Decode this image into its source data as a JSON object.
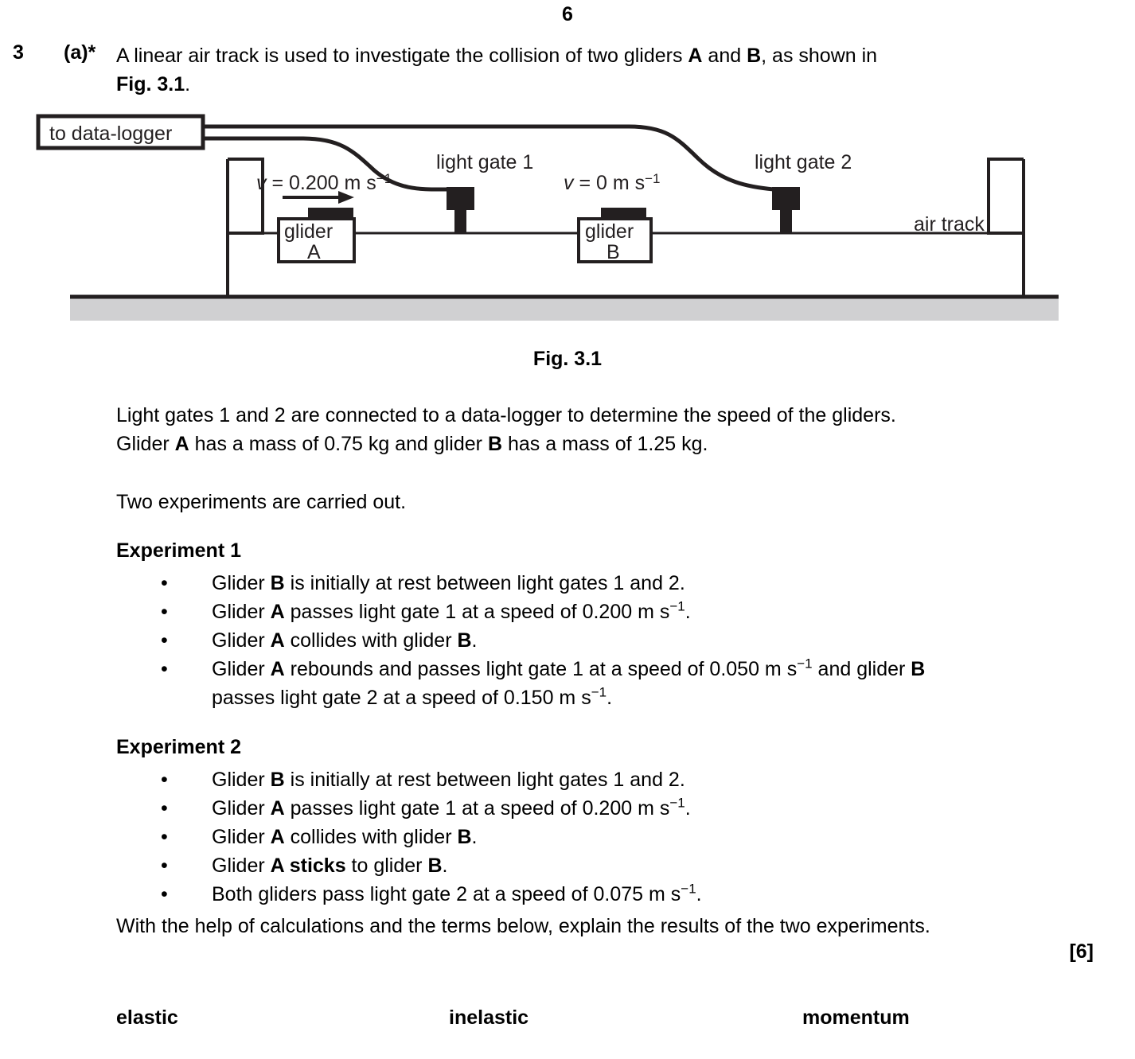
{
  "page": {
    "number": "6"
  },
  "question": {
    "number": "3",
    "part": "(a)*",
    "stem_line1": "A linear air track is used to investigate the collision of two gliders ",
    "stem_glider_a": "A",
    "stem_mid": " and ",
    "stem_glider_b": "B",
    "stem_end": ", as shown in",
    "stem_line2_fig": "Fig. 3.1",
    "stem_line2_end": "."
  },
  "figure": {
    "caption": "Fig. 3.1",
    "data_logger_label": "to data-logger",
    "velocity_a_label": "v = 0.200 m s",
    "velocity_a_exponent": "−1",
    "velocity_b_label": "v = 0 m s",
    "velocity_b_exponent": "−1",
    "light_gate_1_label": "light gate 1",
    "light_gate_2_label": "light gate 2",
    "glider_a_line1": "glider",
    "glider_a_line2": "A",
    "glider_b_line1": "glider",
    "glider_b_line2": "B",
    "air_track_label": "air track",
    "colors": {
      "ink": "#231f20",
      "ground": "#d0d0d2",
      "paper": "#ffffff"
    }
  },
  "body": {
    "intro_line1": "Light gates 1 and 2 are connected to a data-logger to determine the speed of the gliders.",
    "intro_line2_a": "Glider ",
    "intro_glider_a": "A",
    "intro_line2_b": " has a mass of 0.75 kg and glider ",
    "intro_glider_b": "B",
    "intro_line2_c": " has a mass of 1.25 kg.",
    "two_experiments": "Two experiments are carried out.",
    "final_instruction": "With the help of calculations and the terms below, explain the results of the two experiments.",
    "marks": "[6]"
  },
  "experiment_1": {
    "heading": "Experiment 1",
    "bullet_marker": "•",
    "bullets": [
      {
        "pre": "Glider ",
        "bold1": "B",
        "mid": " is initially at rest between light gates 1 and 2.",
        "bold2": "",
        "post": ""
      },
      {
        "pre": "Glider ",
        "bold1": "A",
        "mid": " passes light gate 1 at a speed of 0.200 m s",
        "sup": "−1",
        "post": "."
      },
      {
        "pre": "Glider ",
        "bold1": "A",
        "mid": " collides with glider ",
        "bold2": "B",
        "post": "."
      },
      {
        "pre": "Glider ",
        "bold1": "A",
        "mid": " rebounds and passes light gate 1 at a speed of 0.050 m s",
        "sup": "−1",
        "mid2": " and glider ",
        "bold2": "B",
        "line2_pre": "passes light gate 2 at a speed of 0.150 m s",
        "line2_sup": "−1",
        "line2_post": "."
      }
    ]
  },
  "experiment_2": {
    "heading": "Experiment 2",
    "bullet_marker": "•",
    "bullets": [
      {
        "pre": "Glider ",
        "bold1": "B",
        "mid": " is initially at rest between light gates 1 and 2.",
        "post": ""
      },
      {
        "pre": "Glider ",
        "bold1": "A",
        "mid": " passes light gate 1 at a speed of 0.200 m s",
        "sup": "−1",
        "post": "."
      },
      {
        "pre": "Glider ",
        "bold1": "A",
        "mid": " collides with glider ",
        "bold2": "B",
        "post": "."
      },
      {
        "pre": "Glider ",
        "bold1": "A sticks",
        "mid": " to glider ",
        "bold2": "B",
        "post": "."
      },
      {
        "pre": "Both gliders pass light gate 2 at a speed of 0.075 m s",
        "sup": "−1",
        "post": "."
      }
    ]
  },
  "terms": {
    "term_1": "elastic",
    "term_2": "inelastic",
    "term_3": "momentum"
  }
}
